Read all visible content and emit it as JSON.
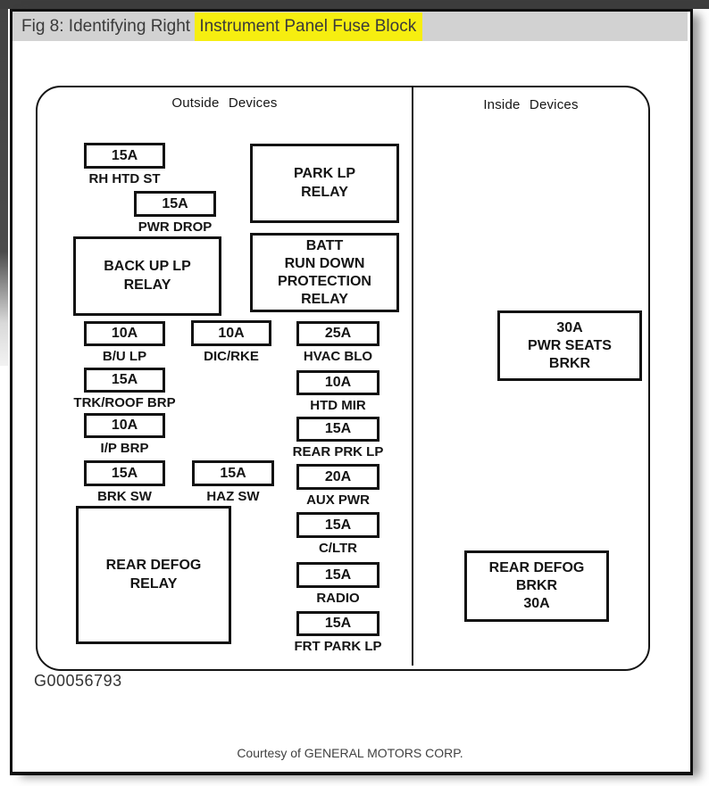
{
  "header": {
    "title_prefix": "Fig 8: Identifying Right ",
    "title_highlighted": "Instrument Panel Fuse Block"
  },
  "footer": {
    "figure_code": "G00056793",
    "credit": "Courtesy of GENERAL MOTORS CORP."
  },
  "colors": {
    "highlight_yellow": "#f6ee10",
    "caption_bar_gray": "#d2d2d2",
    "top_bar_dark": "#3d3d3d",
    "diagram_line": "#141414"
  },
  "diagram": {
    "outside_section_label": "Outside Devices",
    "inside_section_label": "Inside Devices",
    "outside_fuses": [
      {
        "amp": "15A",
        "label": "RH HTD ST"
      },
      {
        "amp": "15A",
        "label": "PWR DROP"
      },
      {
        "amp": "10A",
        "label": "B/U LP"
      },
      {
        "amp": "10A",
        "label": "DIC/RKE"
      },
      {
        "amp": "25A",
        "label": "HVAC BLO"
      },
      {
        "amp": "15A",
        "label": "TRK/ROOF BRP"
      },
      {
        "amp": "10A",
        "label": "HTD MIR"
      },
      {
        "amp": "10A",
        "label": "I/P BRP"
      },
      {
        "amp": "15A",
        "label": "REAR PRK LP"
      },
      {
        "amp": "15A",
        "label": "BRK SW"
      },
      {
        "amp": "15A",
        "label": "HAZ SW"
      },
      {
        "amp": "20A",
        "label": "AUX PWR"
      },
      {
        "amp": "15A",
        "label": "C/LTR"
      },
      {
        "amp": "15A",
        "label": "RADIO"
      },
      {
        "amp": "15A",
        "label": "FRT PARK LP"
      }
    ],
    "outside_relays": [
      {
        "text": "PARK LP\nRELAY"
      },
      {
        "text": "BATT\nRUN DOWN\nPROTECTION\nRELAY"
      },
      {
        "text": "BACK UP LP\nRELAY"
      },
      {
        "text": "REAR DEFOG\nRELAY"
      }
    ],
    "inside_breakers": [
      {
        "text": "30A\nPWR SEATS\nBRKR"
      },
      {
        "text": "REAR DEFOG\nBRKR\n30A"
      }
    ]
  }
}
